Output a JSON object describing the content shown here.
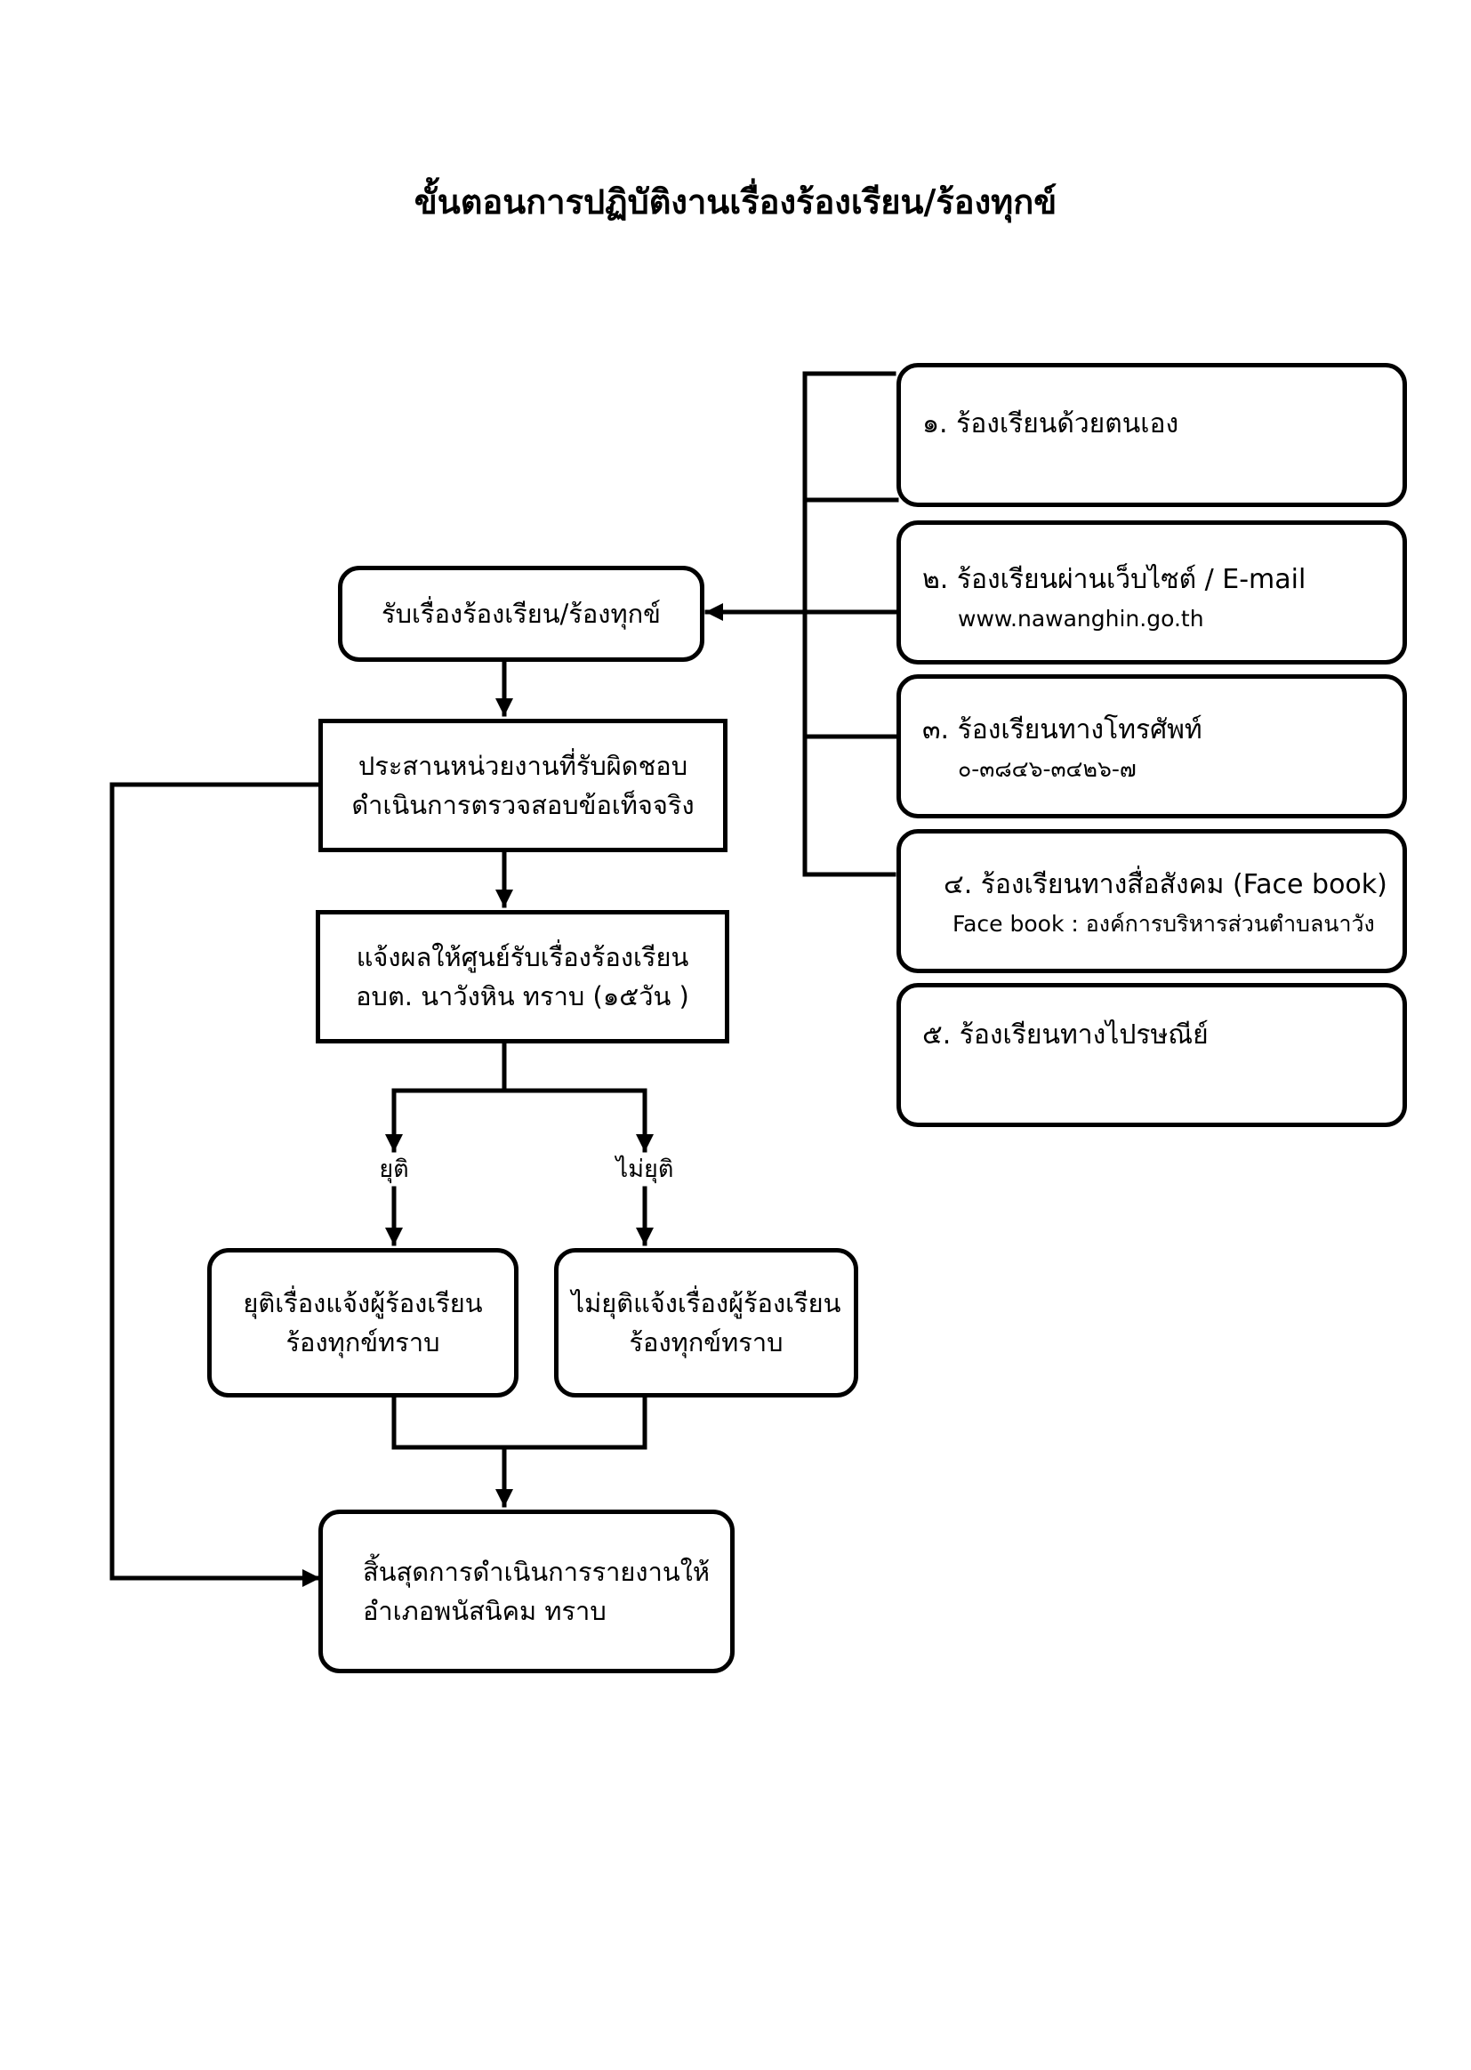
{
  "title": "ขั้นตอนการปฏิบัติงานเรื่องร้องเรียน/ร้องทุกข์",
  "steps": {
    "receive": "รับเรื่องร้องเรียน/ร้องทุกข์",
    "coordinate": {
      "line1": "ประสานหน่วยงานที่รับผิดชอบ",
      "line2": "ดำเนินการตรวจสอบข้อเท็จจริง"
    },
    "notify": {
      "line1": "แจ้งผลให้ศูนย์รับเรื่องร้องเรียน",
      "line2": "อบต. นาวังหิน ทราบ (๑๕วัน )"
    },
    "resolved": {
      "label": "ยุติ",
      "line1": "ยุติเรื่องแจ้งผู้ร้องเรียน",
      "line2": "ร้องทุกข์ทราบ"
    },
    "unresolved": {
      "label": "ไม่ยุติ",
      "line1": "ไม่ยุติแจ้งเรื่องผู้ร้องเรียน",
      "line2": "ร้องทุกข์ทราบ"
    },
    "end": {
      "line1": "สิ้นสุดการดำเนินการรายงานให้",
      "line2": "อำเภอพนัสนิคม ทราบ"
    }
  },
  "channels": [
    {
      "label": "๑. ร้องเรียนด้วยตนเอง",
      "detail": ""
    },
    {
      "label": "๒. ร้องเรียนผ่านเว็บไซต์ / E-mail",
      "detail": "www.nawanghin.go.th"
    },
    {
      "label": "๓. ร้องเรียนทางโทรศัพท์",
      "detail": "๐-๓๘๔๖-๓๔๒๖-๗"
    },
    {
      "label": "๔. ร้องเรียนทางสื่อสังคม (Face book)",
      "detail": "Face book : องค์การบริหารส่วนตำบลนาวัง"
    },
    {
      "label": "๕. ร้องเรียนทางไปรษณีย์",
      "detail": ""
    }
  ]
}
